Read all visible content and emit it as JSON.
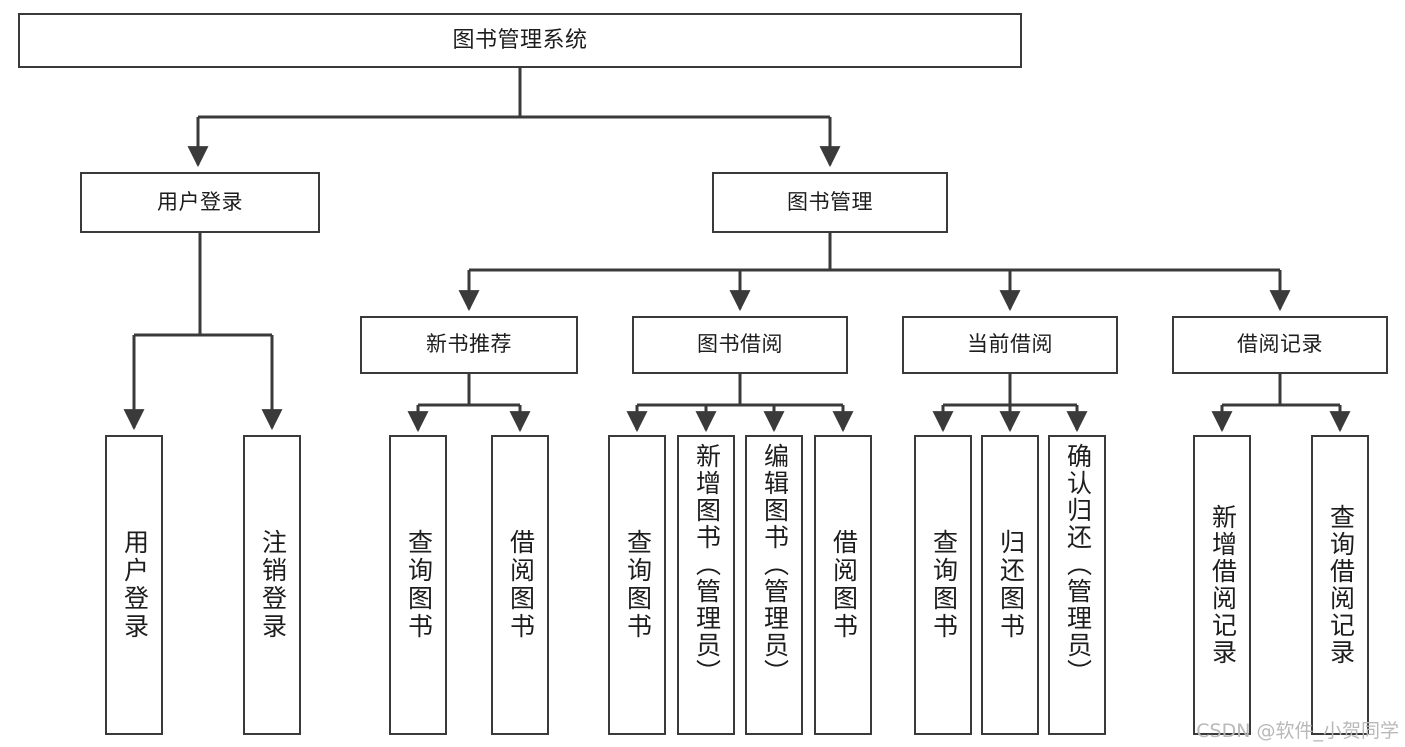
{
  "diagram": {
    "title": "图书管理系统",
    "type": "tree-hierarchy",
    "root": {
      "label": "图书管理系统"
    },
    "level2": [
      {
        "label": "用户登录"
      },
      {
        "label": "图书管理"
      }
    ],
    "level3": [
      {
        "label": "新书推荐"
      },
      {
        "label": "图书借阅"
      },
      {
        "label": "当前借阅"
      },
      {
        "label": "借阅记录"
      }
    ],
    "leaves": {
      "user_login": [
        {
          "label": "用户登录"
        },
        {
          "label": "注销登录"
        }
      ],
      "new_book_recommend": [
        {
          "label": "查询图书"
        },
        {
          "label": "借阅图书"
        }
      ],
      "book_borrow": [
        {
          "label": "查询图书"
        },
        {
          "label": "新增图书（管理员）"
        },
        {
          "label": "编辑图书（管理员）"
        },
        {
          "label": "借阅图书"
        }
      ],
      "current_borrow": [
        {
          "label": "查询图书"
        },
        {
          "label": "归还图书"
        },
        {
          "label": "确认归还（管理员）"
        }
      ],
      "borrow_record": [
        {
          "label": "新增借阅记录"
        },
        {
          "label": "查询借阅记录"
        }
      ]
    }
  },
  "watermark": {
    "text": "CSDN @软件_小贺同学"
  },
  "colors": {
    "stroke": "#3a3a3a",
    "background": "#ffffff",
    "text": "#1d1d1d",
    "watermark": "#b9b9b9"
  }
}
